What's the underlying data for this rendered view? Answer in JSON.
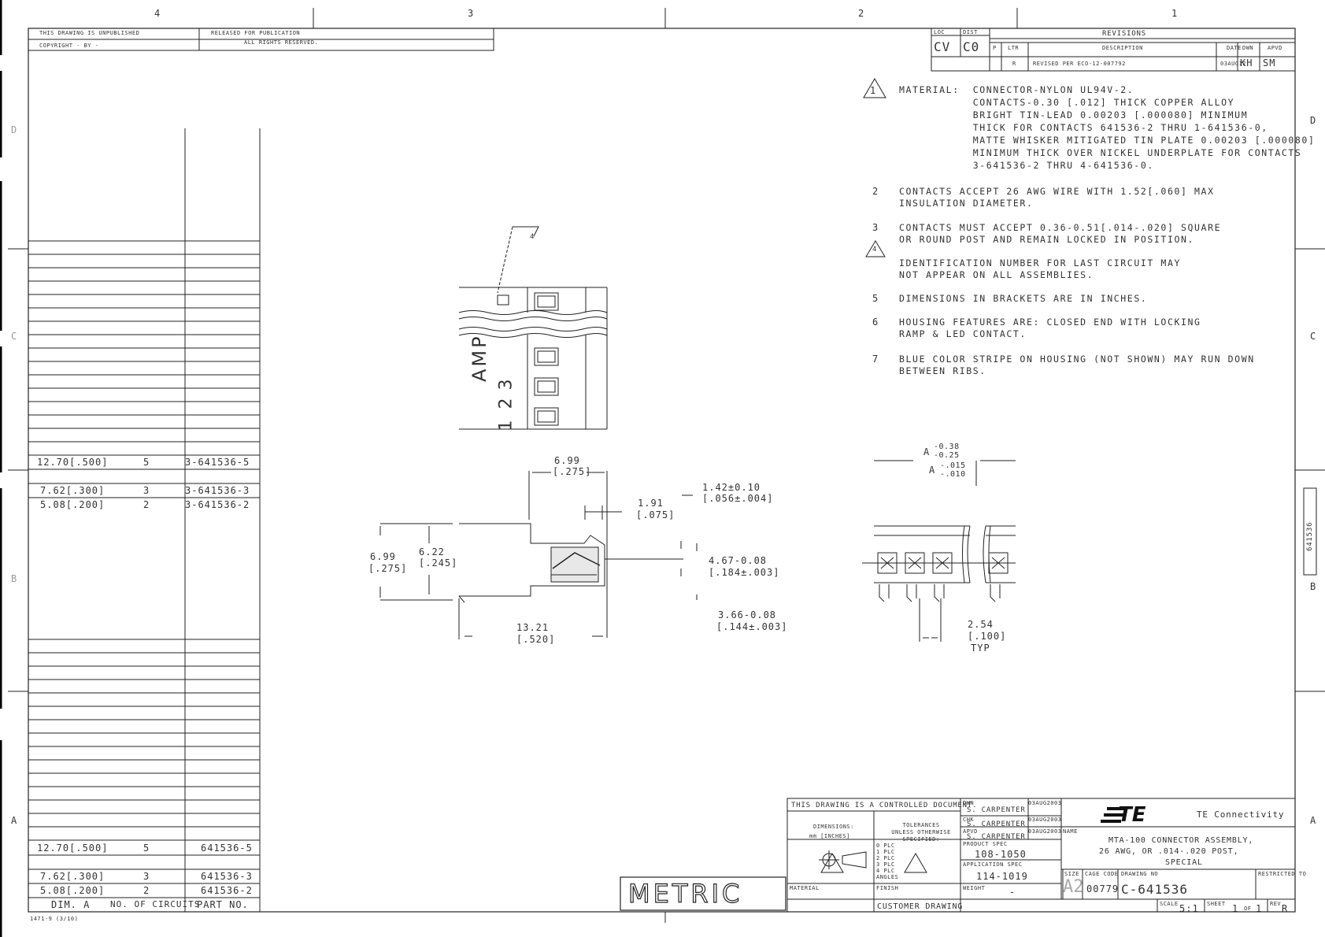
{
  "zones": {
    "cols": [
      "4",
      "3",
      "2",
      "1"
    ],
    "rows_right": [
      "D",
      "C",
      "B",
      "A"
    ],
    "rows_left": [
      "D",
      "C",
      "B",
      "A"
    ]
  },
  "top_left_block": {
    "line1": "THIS DRAWING IS UNPUBLISHED",
    "released": "RELEASED FOR PUBLICATION",
    "copyright": "COPYRIGHT  -   BY -",
    "rights": "ALL RIGHTS RESERVED."
  },
  "rev_block": {
    "loc_label": "LOC",
    "loc": "CV",
    "dist_label": "DIST",
    "dist": "C0",
    "title": "REVISIONS",
    "headers": [
      "P",
      "LTR",
      "DESCRIPTION",
      "DATE",
      "DWN",
      "APVD"
    ],
    "row": {
      "ltr": "R",
      "desc": "REVISED PER ECO-12-007792",
      "date": "03AUG12",
      "dwn": "KH",
      "apvd": "SM"
    }
  },
  "notes": [
    {
      "num": "1",
      "lines": [
        "MATERIAL:  CONNECTOR-NYLON UL94V-2.",
        "           CONTACTS-0.30 [.012] THICK COPPER ALLOY",
        "           BRIGHT TIN-LEAD 0.00203 [.000080] MINIMUM",
        "           THICK FOR CONTACTS 641536-2 THRU 1-641536-0,",
        "           MATTE WHISKER MITIGATED TIN PLATE 0.00203 [.000080]",
        "           MINIMUM THICK OVER NICKEL UNDERPLATE FOR CONTACTS",
        "           3-641536-2 THRU 4-641536-0."
      ]
    },
    {
      "num": "2",
      "lines": [
        "CONTACTS ACCEPT 26 AWG WIRE WITH 1.52[.060] MAX",
        "INSULATION DIAMETER."
      ]
    },
    {
      "num": "3",
      "lines": [
        "CONTACTS MUST ACCEPT 0.36-0.51[.014-.020] SQUARE",
        "OR ROUND POST AND REMAIN LOCKED IN POSITION."
      ]
    },
    {
      "num": "4",
      "lines": [
        "IDENTIFICATION NUMBER FOR LAST CIRCUIT MAY",
        "NOT APPEAR ON ALL ASSEMBLIES."
      ]
    },
    {
      "num": "5",
      "lines": [
        "DIMENSIONS IN BRACKETS ARE IN INCHES."
      ]
    },
    {
      "num": "6",
      "lines": [
        "HOUSING FEATURES ARE: CLOSED END WITH LOCKING",
        "RAMP & LED CONTACT."
      ]
    },
    {
      "num": "7",
      "lines": [
        "BLUE COLOR STRIPE ON HOUSING (NOT SHOWN) MAY RUN DOWN",
        "BETWEEN RIBS."
      ]
    }
  ],
  "table_upper": [
    {
      "dim": "12.70[.500]",
      "n": "5",
      "part": "3-641536-5"
    },
    {
      "dim": "7.62[.300]",
      "n": "3",
      "part": "3-641536-3"
    },
    {
      "dim": "5.08[.200]",
      "n": "2",
      "part": "3-641536-2"
    }
  ],
  "table_lower": [
    {
      "dim": "12.70[.500]",
      "n": "5",
      "part": "641536-5"
    },
    {
      "dim": "7.62[.300]",
      "n": "3",
      "part": "641536-3"
    },
    {
      "dim": "5.08[.200]",
      "n": "2",
      "part": "641536-2"
    }
  ],
  "table_headers": {
    "dim": "DIM. A",
    "n": "NO. OF CIRCUITS",
    "part": "PART NO."
  },
  "housing_view": {
    "marking": "AMP",
    "numbers": [
      "1",
      "2",
      "3"
    ],
    "callout": "4"
  },
  "dims": {
    "d1": "6.99",
    "d1in": "[.275]",
    "d2": "1.42±0.10",
    "d2in": "[.056±.004]",
    "d3": "1.91",
    "d3in": "[.075]",
    "d4": "6.99",
    "d4in": "[.275]",
    "d5": "6.22",
    "d5in": "[.245]",
    "d6": "4.67-0.08",
    "d6in": "[.184±.003]",
    "d7": "3.66-0.08",
    "d7in": "[.144±.003]",
    "d8": "13.21",
    "d8in": "[.520]",
    "a1": "A",
    "a1tol_hi": "-0.38",
    "a1tol_lo": "-0.25",
    "a2": "A",
    "a2tol_hi": "-.015",
    "a2tol_lo": "-.010",
    "pitch": "2.54",
    "pitchin": "[.100]",
    "pitchtyp": "TYP"
  },
  "title_block": {
    "controlled": "THIS DRAWING IS A CONTROLLED DOCUMENT.",
    "dimensions_label": "DIMENSIONS:",
    "dimensions_val": "mm [INCHES]",
    "tolerances": "TOLERANCES UNLESS OTHERWISE SPECIFIED:",
    "plc": [
      "0 PLC",
      "1 PLC",
      "2 PLC",
      "3 PLC",
      "4 PLC",
      "ANGLES"
    ],
    "material_label": "MATERIAL",
    "finish_label": "FINISH",
    "metric": "METRIC",
    "dwn_label": "DWN",
    "dwn": "S. CARPENTER",
    "dwn_date": "03AUG2003",
    "chk_label": "CHK",
    "chk": "S. CARPENTER",
    "chk_date": "03AUG2003",
    "apvd_label": "APVD",
    "apvd": "S. CARPENTER",
    "apvd_date": "03AUG2003",
    "prodspec_label": "PRODUCT SPEC",
    "prodspec": "108-1050",
    "appspec_label": "APPLICATION SPEC",
    "appspec": "114-1019",
    "weight_label": "WEIGHT",
    "weight": "-",
    "company": "TE Connectivity",
    "logo": "TE",
    "name_label": "NAME",
    "name": [
      "MTA-100 CONNECTOR ASSEMBLY,",
      "26 AWG, OR .014-.020 POST,",
      "SPECIAL"
    ],
    "size_label": "SIZE",
    "size": "A2",
    "cage_label": "CAGE CODE",
    "cage": "00779",
    "dwgno_label": "DRAWING NO",
    "dwgno": "C-641536",
    "restricted": "RESTRICTED TO",
    "customer": "CUSTOMER DRAWING",
    "scale_label": "SCALE",
    "scale": "5:1",
    "sheet_label": "SHEET",
    "sheet": "1",
    "of": "OF",
    "sheets": "1",
    "rev_label": "REV",
    "rev": "R",
    "side_code": "641536",
    "form": "1471-9 (3/10)"
  }
}
